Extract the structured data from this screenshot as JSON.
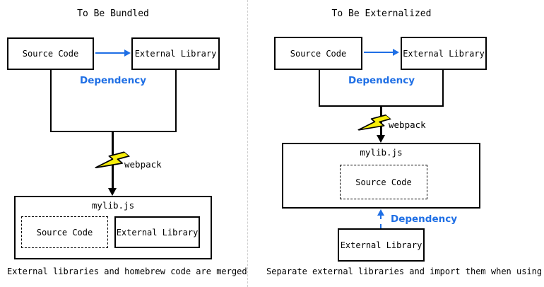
{
  "colors": {
    "accent_blue": "#1f6fe5",
    "bolt_yellow": "#f7ee0a",
    "line_black": "#000000",
    "divider_gray": "#cfcfcf"
  },
  "left": {
    "title": "To Be Bundled",
    "source_box_label": "Source Code",
    "external_box_label": "External Library",
    "dependency_label": "Dependency",
    "webpack_label": "webpack",
    "bundle_title": "mylib.js",
    "bundle_source_label": "Source Code",
    "bundle_external_label": "External Library",
    "caption": "External libraries and homebrew code are merged"
  },
  "right": {
    "title": "To Be Externalized",
    "source_box_label": "Source Code",
    "external_box_label": "External Library",
    "dependency_label": "Dependency",
    "webpack_label": "webpack",
    "bundle_title": "mylib.js",
    "bundle_source_label": "Source Code",
    "external_lib_box_label": "External Library",
    "dependency_import_label": "Dependency",
    "caption": "Separate external libraries and import them when using"
  }
}
